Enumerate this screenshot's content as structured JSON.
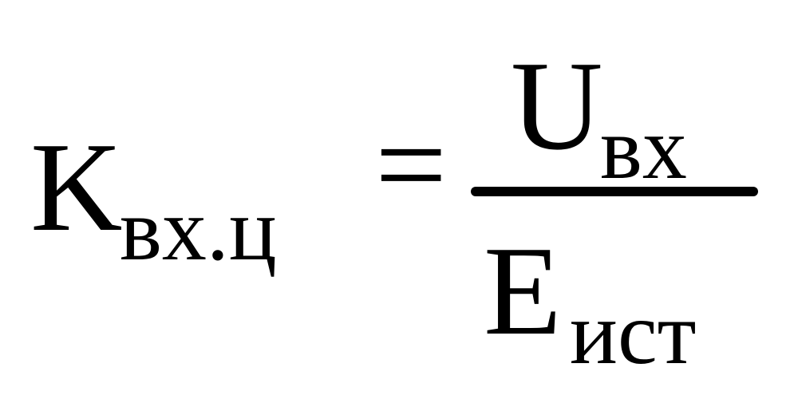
{
  "formula": {
    "lhs": {
      "symbol": "K",
      "subscript": "вх.ц"
    },
    "operator": "=",
    "numerator": {
      "symbol": "U",
      "subscript": "вх"
    },
    "denominator": {
      "symbol": "E",
      "subscript": "ист"
    }
  }
}
